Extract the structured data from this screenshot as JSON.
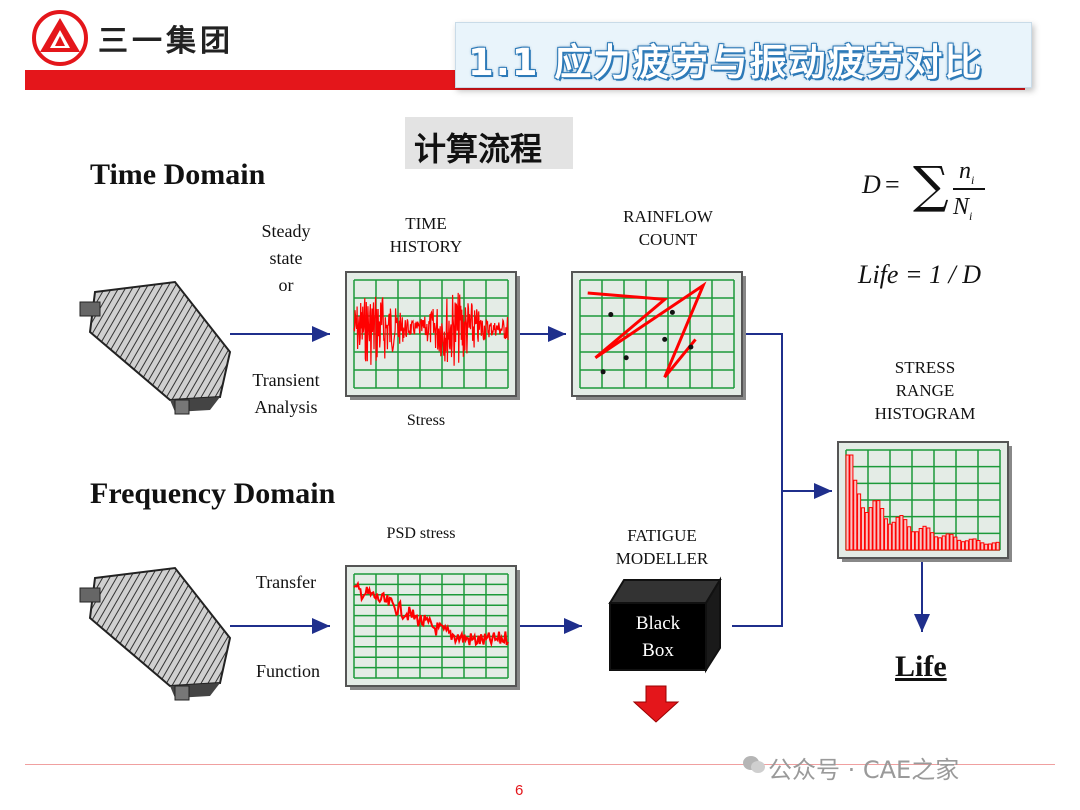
{
  "header": {
    "company": "三一集团",
    "title": "1.1 应力疲劳与振动疲劳对比"
  },
  "process_label": "计算流程",
  "time_domain": {
    "heading": "Time Domain",
    "input_lines": [
      "Steady",
      "state",
      "or"
    ],
    "analysis_lines": [
      "Transient",
      "Analysis"
    ],
    "time_history_label": [
      "TIME",
      "HISTORY"
    ],
    "stress_caption": "Stress",
    "rainflow_label": [
      "RAINFLOW",
      "COUNT"
    ]
  },
  "frequency_domain": {
    "heading": "Frequency Domain",
    "transfer_label": "Transfer",
    "function_label": "Function",
    "psd_label": "PSD stress",
    "fatigue_label": [
      "FATIGUE",
      "MODELLER"
    ],
    "black_box_lines": [
      "Black",
      "Box"
    ]
  },
  "histogram_label": [
    "STRESS",
    "RANGE",
    "HISTOGRAM"
  ],
  "formula": {
    "damage": {
      "lhs": "D",
      "num": "n",
      "den": "N",
      "sub": "i"
    },
    "life": "Life = 1 / D"
  },
  "life_label": "Life",
  "page_number": "6",
  "watermark": "公众号 · CAE之家",
  "colors": {
    "brand_red": "#e4161b",
    "grid_green": "#1c9a3a",
    "signal_red": "#ff0000",
    "arrow_blue": "#1f2f8c"
  }
}
